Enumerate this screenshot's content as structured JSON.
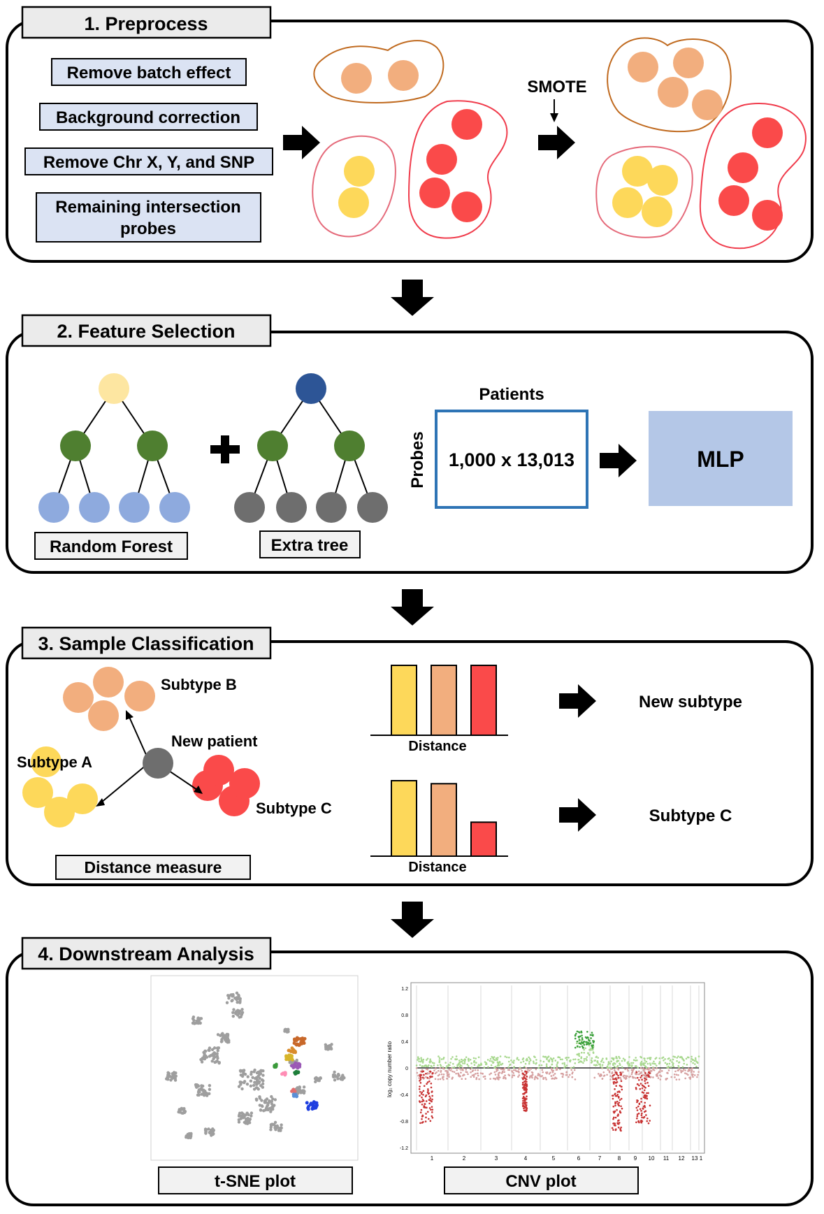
{
  "sections": [
    {
      "title": "1. Preprocess"
    },
    {
      "title": "2. Feature Selection"
    },
    {
      "title": "3. Sample Classification"
    },
    {
      "title": "4. Downstream Analysis"
    }
  ],
  "preprocess": {
    "steps": [
      "Remove batch effect",
      "Background correction",
      "Remove Chr X, Y, and SNP",
      "Remaining intersection",
      "probes"
    ],
    "smote_label": "SMOTE"
  },
  "feature_selection": {
    "random_forest_label": "Random Forest",
    "extra_tree_label": "Extra tree",
    "matrix_cols_label": "Patients",
    "matrix_rows_label": "Probes",
    "matrix_value": "1,000 x 13,013",
    "model_label": "MLP"
  },
  "classification": {
    "subtype_a": "Subtype A",
    "subtype_b": "Subtype B",
    "subtype_c": "Subtype C",
    "new_patient": "New patient",
    "distance_measure": "Distance measure",
    "bars_label_top": "Distance",
    "bars_label_bottom": "Distance",
    "result_top": "New subtype",
    "result_bottom": "Subtype C",
    "bars_top": [
      1.0,
      1.0,
      1.0
    ],
    "bars_bottom": [
      1.0,
      0.96,
      0.45
    ]
  },
  "downstream": {
    "tsne_label": "t-SNE plot",
    "cnv_label": "CNV plot",
    "cnv_ylabel": "log₂ copy number ratio",
    "cnv_yticks": [
      "1.2",
      "0.8",
      "0.4",
      "0",
      "-0.4",
      "-0.8",
      "-1.2"
    ],
    "cnv_xticks": [
      "1",
      "2",
      "3",
      "4",
      "5",
      "6",
      "7",
      "8",
      "9",
      "10",
      "11",
      "12",
      "13",
      "1"
    ]
  },
  "colors": {
    "peach": "#f2ae7e",
    "yellow": "#fdd85a",
    "red": "#fa4a4a",
    "green": "#4f7f30",
    "blue_light": "#8eaade",
    "blue_dark": "#2d5596",
    "pale_yellow": "#fde6a1",
    "gray": "#6e6e6e",
    "mlp_fill": "#b4c7e7",
    "matrix_border": "#2e74b5"
  }
}
